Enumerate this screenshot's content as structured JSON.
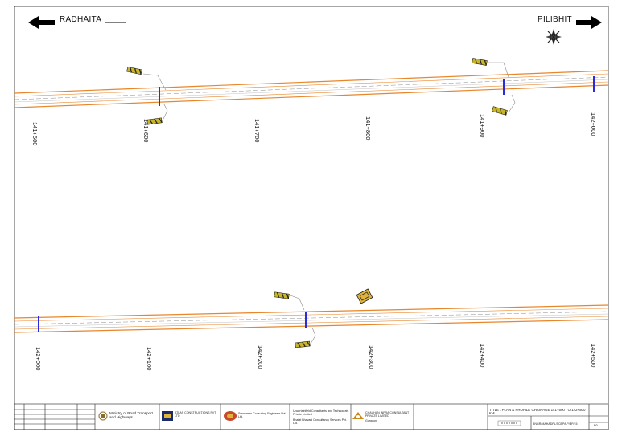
{
  "directions": {
    "left_label": "RADHAITA",
    "right_label": "PILIBHIT"
  },
  "top_plan": {
    "chainages": [
      "141+500",
      "141+600",
      "141+700",
      "141+800",
      "141+900",
      "142+000"
    ]
  },
  "bottom_plan": {
    "chainages": [
      "142+000",
      "142+100",
      "142+200",
      "142+300",
      "142+400",
      "142+500"
    ]
  },
  "title_block": {
    "client": "Ministry of Road Transport and Highways",
    "contractor": "ATLAS CONSTRUCTIONS PVT LTD",
    "design_consultant": "Sunscreen Consulting Engineers Pvt. Ltd.",
    "authority_engineer_1": "Uncertainfield Consultants and Technocrats Private Limited",
    "authority_engineer_2": "Bhaiat Bhavani Consultancy Services Pvt. Ltd.",
    "proof_consultant": "CHAUHAN INFRA CONSULTANT PRIVATE LIMITED",
    "proof_city": "Gurgaon",
    "title": "TITLE : PLAN & PROFILE CHAINAGE 141+500 TO 142+500 KM",
    "drawing_no": "ENGR/MAHADPL/TCBP/LP/BP/15",
    "rev": "R0"
  },
  "colors": {
    "road_edge": "#e8862a",
    "centerline": "#8b8b8b",
    "pier_marker": "#2b2bdb",
    "sign": "#c9b52a"
  }
}
